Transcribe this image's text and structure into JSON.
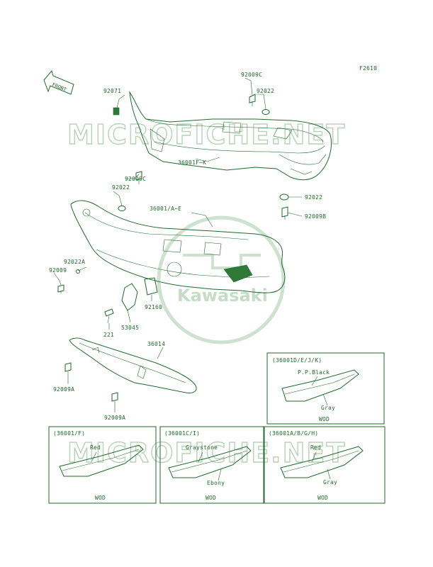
{
  "figure_code": "F2610",
  "front_arrow_label": "FRONT",
  "watermark": {
    "site": "MICROFICHE.NET",
    "brand": "Kawasaki"
  },
  "parts": {
    "p92071": "92071",
    "p92009c_top": "92009C",
    "p92022_top": "92022",
    "p36001fk": "36001F~K",
    "p92009c_mid": "92009C",
    "p92022_mid": "92022",
    "p36001ae": "36001/A~E",
    "p92022_right": "92022",
    "p92009b": "92009B",
    "p92022a": "92022A",
    "p92009_left": "92009",
    "p92160": "92160",
    "p221": "221",
    "p53045": "53045",
    "p36014": "36014",
    "p92009a_a": "92009A",
    "p92009a_b": "92009A"
  },
  "variant_boxes": [
    {
      "title": "(36001D/E/J/K)",
      "color1": "P.P.Black",
      "color2": "Gray",
      "footer": "WOD"
    },
    {
      "title": "(36001/F)",
      "color1": "Red",
      "color2": "",
      "footer": "WOD"
    },
    {
      "title": "(36001C/I)",
      "color1": "Graystone",
      "color2": "Ebony",
      "footer": "WOD"
    },
    {
      "title": "(36001A/B/G/H)",
      "color1": "Red",
      "color2": "Gray",
      "footer": "WOD"
    }
  ]
}
